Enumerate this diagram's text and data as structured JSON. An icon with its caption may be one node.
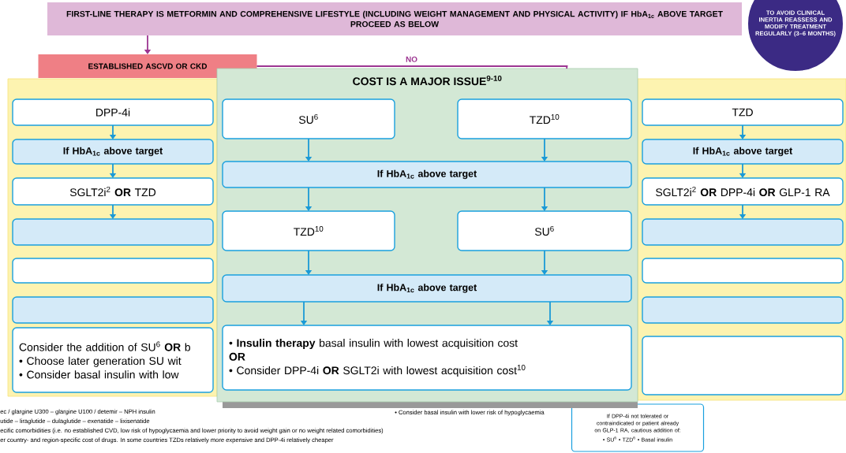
{
  "diagram": {
    "nodes": [
      {
        "text": [
          "FIRST-LINE THERAPY IS METFORMIN AND COMPREHENSIVE LIFESTYLE (INCLUDING WEIGHT MANAGEMENT AND PHYSICAL ACTIVITY) IF HbA$_{1c}$ ABOVE TARGET PROCEED AS BELOW"
        ]
      },
      {
        "text": [
          "TO AVOID CLINICAL INERTIA REASSESS AND MODIFY TREATMENT REGULARLY (3–6 MONTHS)"
        ]
      },
      {
        "text": [
          "ESTABLISHED ASCVD OR CKD"
        ]
      },
      {
        "text": [],
        "shape": "box"
      },
      {
        "text": [
          "DPP-4i"
        ],
        "in": 3
      },
      {
        "text": [
          "If HbA$_{1c}$ above target"
        ],
        "in": 3
      },
      {
        "text": [
          "SGLT2i$^{2}$ **OR** TZD"
        ],
        "in": 3
      },
      {
        "text": [],
        "shape": "box",
        "in": 3
      },
      {
        "text": [],
        "shape": "box",
        "in": 3
      },
      {
        "text": [],
        "shape": "box",
        "in": 3
      },
      {
        "text": [
          "Consider the addition of SU$^{6}$ **OR** b",
          "• Choose later generation SU wit",
          "• Consider basal insulin with low"
        ],
        "in": 3
      },
      {
        "text": [],
        "shape": "box"
      },
      {
        "text": [
          "TZD"
        ],
        "in": 11
      },
      {
        "text": [
          "If HbA$_{1c}$ above target"
        ],
        "in": 11
      },
      {
        "text": [
          "SGLT2i$^{2}$ **OR** DPP-4i **OR** GLP-1 RA"
        ],
        "in": 11
      },
      {
        "text": [],
        "shape": "box",
        "in": 11
      },
      {
        "text": [],
        "shape": "box",
        "in": 11
      },
      {
        "text": [],
        "shape": "box",
        "in": 11
      },
      {
        "text": [],
        "shape": "box",
        "in": 11
      },
      {
        "text": [
          "If DPP-4i not tolerated or contraindicated or patient already on GLP-1 RA, cautious addition of:",
          "• SU$^{6}$ • TZD$^{6}$ • Basal insulin"
        ]
      },
      {
        "text": [
          "COST IS A MAJOR ISSUE$^{9-10}$"
        ]
      },
      {
        "text": [
          "SU$^{6}$"
        ],
        "in": 20
      },
      {
        "text": [
          "TZD$^{10}$"
        ],
        "in": 20
      },
      {
        "text": [
          "If HbA$_{1c}$ above target"
        ],
        "in": 20
      },
      {
        "text": [
          "TZD$^{10}$"
        ],
        "in": 20
      },
      {
        "text": [
          "SU$^{6}$"
        ],
        "in": 20
      },
      {
        "text": [
          "If HbA$_{1c}$ above target"
        ],
        "in": 20
      },
      {
        "text": [
          "• **Insulin therapy** basal insulin with lowest acquisition cost",
          "OR",
          "• Consider DPP-4i **OR** SGLT2i with lowest acquisition cost$^{10}$"
        ],
        "in": 20
      }
    ],
    "edges": [
      {
        "from": 0,
        "to": 2,
        "arrow": "to",
        "color": "#9c3591"
      },
      {
        "from": 2,
        "to": 20,
        "arrow": "none",
        "label": "NO",
        "color": "#9c3591"
      },
      {
        "from": 4,
        "to": 5,
        "arrow": "to"
      },
      {
        "from": 5,
        "to": 6,
        "arrow": "to"
      },
      {
        "from": 6,
        "to": 7,
        "arrow": "to"
      },
      {
        "from": 12,
        "to": 13,
        "arrow": "to"
      },
      {
        "from": 13,
        "to": 14,
        "arrow": "to"
      },
      {
        "from": 14,
        "to": 15,
        "arrow": "to"
      },
      {
        "from": 21,
        "to": 23,
        "arrow": "to"
      },
      {
        "from": 22,
        "to": 23,
        "arrow": "to"
      },
      {
        "from": 23,
        "to": 24,
        "arrow": "to"
      },
      {
        "from": 23,
        "to": 25,
        "arrow": "to"
      },
      {
        "from": 24,
        "to": 26,
        "arrow": "to"
      },
      {
        "from": 25,
        "to": 26,
        "arrow": "to"
      },
      {
        "from": 26,
        "to": 27,
        "arrow": "to"
      },
      {
        "from": 26,
        "to": 27,
        "arrow": "to"
      }
    ],
    "labels": [
      "ec / glargine U300 – glargine U100 / detemir – NPH insulin",
      "utide – liraglutide – dulaglutide – exenatide – lixisenatide",
      "ecific comorbidities (i.e. no established CVD, low risk of hypoglycaemia and lower priority to avoid weight gain or no weight related comorbidities)",
      "er country- and region-specific cost of drugs. In some countries TZDs relatively more expensive and DPP-4i relatively cheaper",
      "• Consider basal insulin with lower risk of hypoglycaemia"
    ]
  }
}
